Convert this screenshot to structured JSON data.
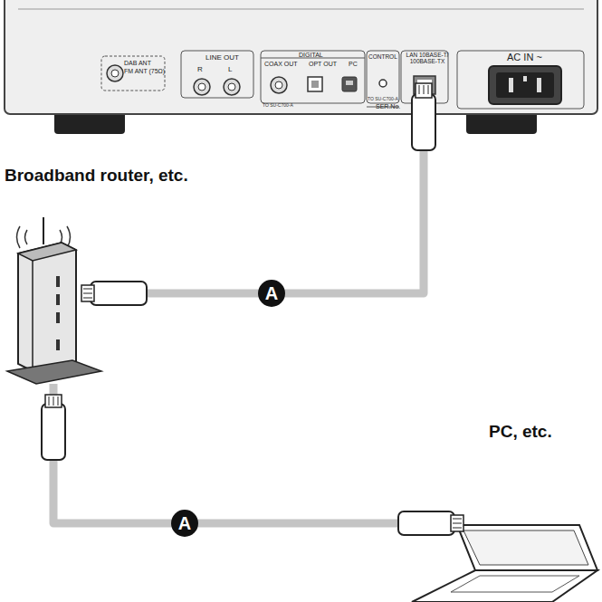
{
  "diagram": {
    "nodes": [
      {
        "text": [
          "DAB ANT",
          "FM ANT (75Ω)",
          "LINE OUT",
          "R",
          "L",
          "DIGITAL",
          "COAX OUT",
          "OPT OUT",
          "PC",
          "CONTROL",
          "LAN 10BASE-T/ 100BASE-TX",
          "AC IN ~",
          "SER.No."
        ]
      },
      {
        "text": [
          "Broadband router, etc."
        ]
      },
      {
        "text": [
          "PC, etc."
        ]
      }
    ],
    "edges": [
      {
        "from": 1,
        "to": 0,
        "arrow": "none",
        "label": "A"
      },
      {
        "from": 1,
        "to": 2,
        "arrow": "none",
        "label": "A"
      }
    ],
    "labels": [
      "TO SU-C700-A",
      "TO SU-C700-A"
    ]
  }
}
